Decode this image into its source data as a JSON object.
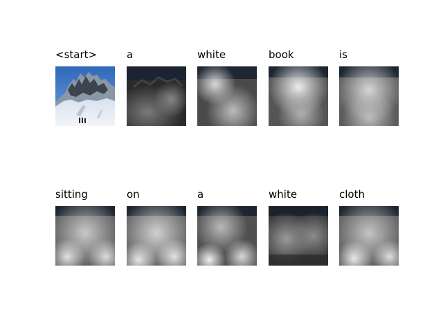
{
  "words": [
    {
      "text": "<start>",
      "kind": "original",
      "heat": "none"
    },
    {
      "text": "a",
      "kind": "attention",
      "heat": "low"
    },
    {
      "text": "white",
      "kind": "attention",
      "heat": "center"
    },
    {
      "text": "book",
      "kind": "attention",
      "heat": "top"
    },
    {
      "text": "is",
      "kind": "attention",
      "heat": "top"
    },
    {
      "text": "sitting",
      "kind": "attention",
      "heat": "broad"
    },
    {
      "text": "on",
      "kind": "attention",
      "heat": "broad"
    },
    {
      "text": "a",
      "kind": "attention",
      "heat": "bottom"
    },
    {
      "text": "white",
      "kind": "attention",
      "heat": "dark"
    },
    {
      "text": "cloth",
      "kind": "attention",
      "heat": "broad"
    }
  ]
}
